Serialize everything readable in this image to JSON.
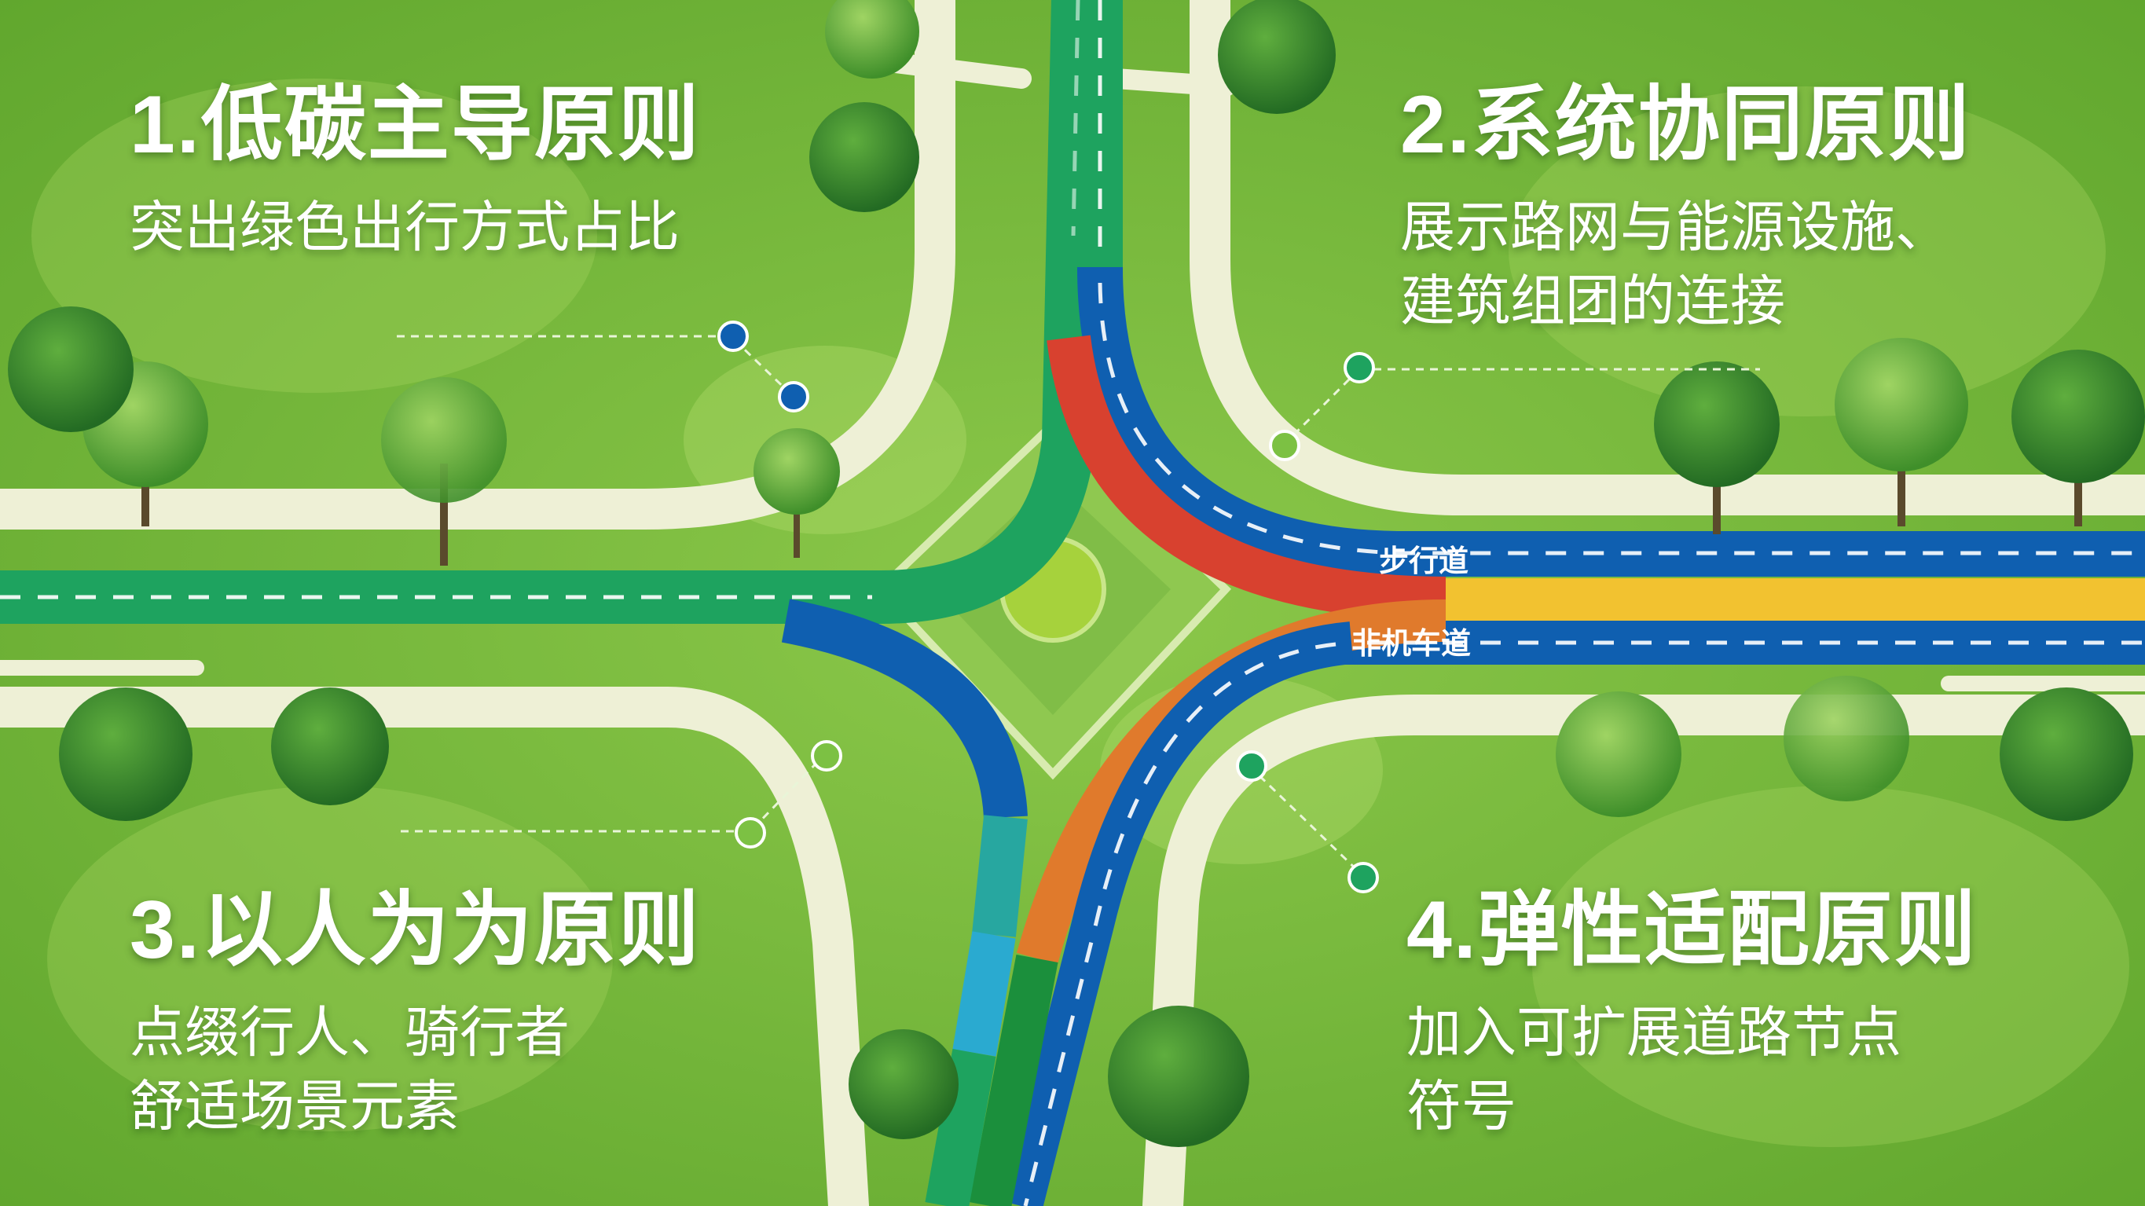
{
  "principles": [
    {
      "title": "1.低碳主导原则",
      "desc_lines": [
        "突出绿色出行方式占比"
      ]
    },
    {
      "title": "2.系统协同原则",
      "desc_lines": [
        "展示路网与能源设施、",
        "建筑组团的连接"
      ]
    },
    {
      "title": "3.以人为为原则",
      "desc_lines": [
        "点缀行人、骑行者",
        "舒适场景元素"
      ]
    },
    {
      "title": "4.弹性适配原则",
      "desc_lines": [
        "加入可扩展道路节点",
        "符号"
      ]
    }
  ],
  "road_labels": {
    "pedestrian": "步行道",
    "non_motor": "非机车道"
  },
  "colors": {
    "grass": "#74b83c",
    "path": "#eef0d6",
    "lane_blue": "#0f5fb0",
    "lane_green": "#1ea35f",
    "lane_red": "#d8412f",
    "lane_orange": "#e07a2c",
    "lane_yellow": "#f2c230",
    "lane_cyan": "#2aaad0",
    "lane_dark_green": "#1b8f3c"
  }
}
